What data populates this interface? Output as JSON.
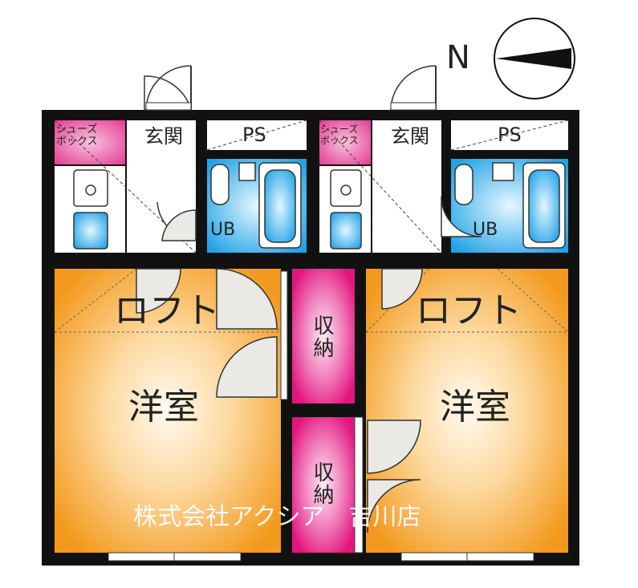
{
  "compass": {
    "label": "N"
  },
  "unit_left": {
    "shoe_box": [
      "シューズ",
      "ボックス"
    ],
    "entrance": "玄関",
    "ps": "PS",
    "bath": "UB",
    "loft": "ロフト",
    "room": "洋室"
  },
  "unit_right": {
    "shoe_box": [
      "シューズ",
      "ボックス"
    ],
    "entrance": "玄関",
    "ps": "PS",
    "bath": "UB",
    "loft": "ロフト",
    "room": "洋室"
  },
  "closets": {
    "upper": "収納",
    "lower": "収納"
  },
  "watermark": "株式会社アクシア　吉川店",
  "colors": {
    "wall": "#111111",
    "room_orange": "#f39a1e",
    "room_light": "#fde6bf",
    "closet_magenta": "#e2157f",
    "closet_light": "#fbd3e7",
    "shoe_pink": "#ea3f95",
    "bath_blue": "#25a9e8",
    "door_gray": "#ebe9e6"
  }
}
